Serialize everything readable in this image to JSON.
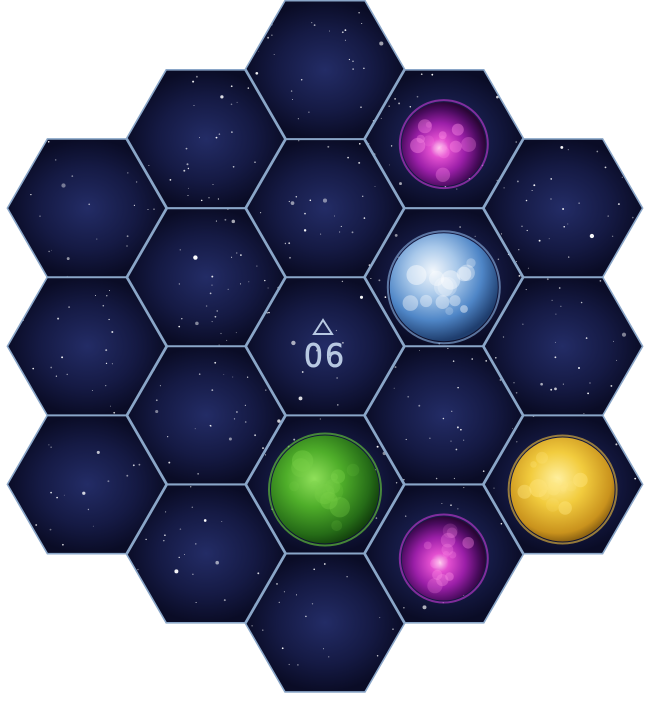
{
  "board": {
    "sector_label": "06",
    "colors": {
      "space_dark": "#0b0e2b",
      "space_mid": "#1a2150",
      "hex_border": "#8aa6c8",
      "label_stroke": "#b8c9e2"
    },
    "tiles": [
      {
        "id": "t00",
        "col": 0,
        "row": 0
      },
      {
        "id": "t01",
        "col": -1,
        "row": 0.5
      },
      {
        "id": "t02",
        "col": 1,
        "row": 0.5
      },
      {
        "id": "t03",
        "col": -2,
        "row": 1
      },
      {
        "id": "t04",
        "col": 0,
        "row": 1
      },
      {
        "id": "t05",
        "col": 2,
        "row": 1
      },
      {
        "id": "t06",
        "col": -1,
        "row": 1.5
      },
      {
        "id": "t07",
        "col": 1,
        "row": 1.5
      },
      {
        "id": "t08",
        "col": -2,
        "row": 2
      },
      {
        "id": "t09",
        "col": 0,
        "row": 2
      },
      {
        "id": "t10",
        "col": 2,
        "row": 2
      },
      {
        "id": "t11",
        "col": -1,
        "row": 2.5
      },
      {
        "id": "t12",
        "col": 1,
        "row": 2.5
      },
      {
        "id": "t13",
        "col": -2,
        "row": 3
      },
      {
        "id": "t14",
        "col": 0,
        "row": 3
      },
      {
        "id": "t15",
        "col": 2,
        "row": 3
      },
      {
        "id": "t16",
        "col": -1,
        "row": 3.5
      },
      {
        "id": "t17",
        "col": 1,
        "row": 3.5
      },
      {
        "id": "t18",
        "col": 0,
        "row": 4
      }
    ],
    "planets": [
      {
        "name": "purple-planet-north",
        "type": "purple",
        "tile": "t02"
      },
      {
        "name": "ice-planet",
        "type": "ice",
        "tile": "t07"
      },
      {
        "name": "jungle-planet",
        "type": "jungle",
        "tile": "t14"
      },
      {
        "name": "desert-planet",
        "type": "desert",
        "tile": "t15"
      },
      {
        "name": "purple-planet-south",
        "type": "purple",
        "tile": "t17"
      }
    ]
  }
}
